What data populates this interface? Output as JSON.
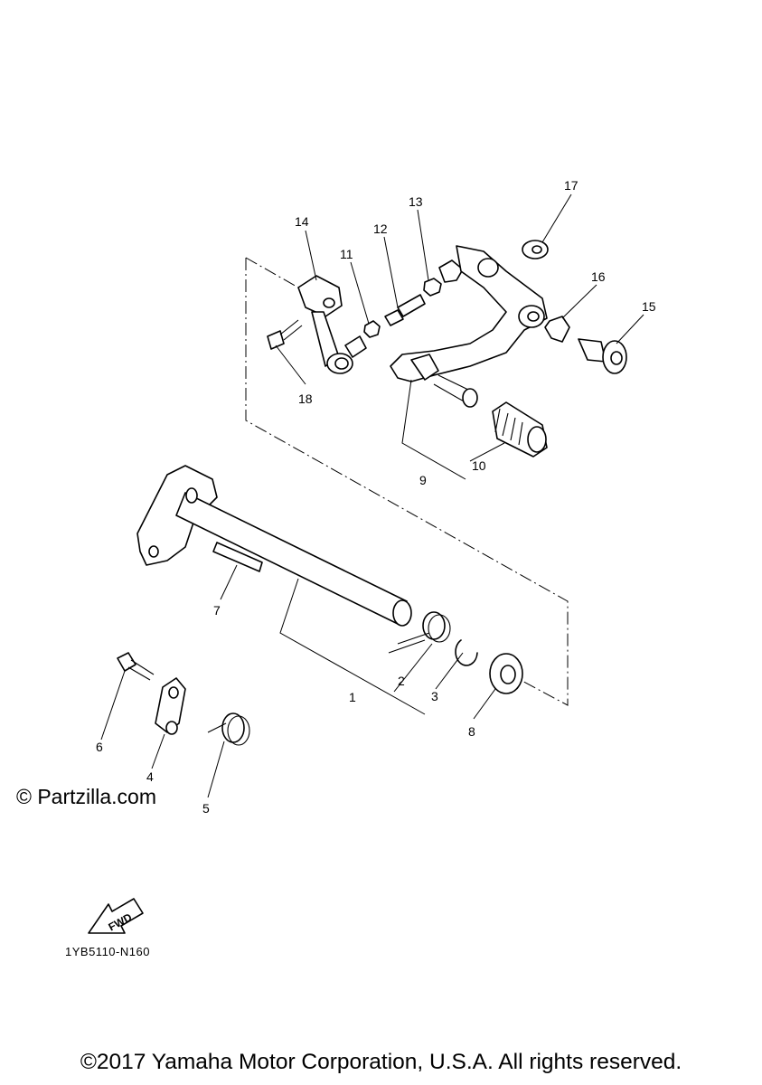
{
  "callouts": [
    {
      "id": "c1",
      "label": "1"
    },
    {
      "id": "c2",
      "label": "2"
    },
    {
      "id": "c3",
      "label": "3"
    },
    {
      "id": "c4",
      "label": "4"
    },
    {
      "id": "c5",
      "label": "5"
    },
    {
      "id": "c6",
      "label": "6"
    },
    {
      "id": "c7",
      "label": "7"
    },
    {
      "id": "c8",
      "label": "8"
    },
    {
      "id": "c9",
      "label": "9"
    },
    {
      "id": "c10",
      "label": "10"
    },
    {
      "id": "c11",
      "label": "11"
    },
    {
      "id": "c12",
      "label": "12"
    },
    {
      "id": "c13",
      "label": "13"
    },
    {
      "id": "c14",
      "label": "14"
    },
    {
      "id": "c15",
      "label": "15"
    },
    {
      "id": "c16",
      "label": "16"
    },
    {
      "id": "c17",
      "label": "17"
    },
    {
      "id": "c18",
      "label": "18"
    }
  ],
  "watermark": "© Partzilla.com",
  "fwd_label": "FWD",
  "diagram_code": "1YB5110-N160",
  "copyright": "©2017 Yamaha Motor Corporation, U.S.A. All rights reserved."
}
